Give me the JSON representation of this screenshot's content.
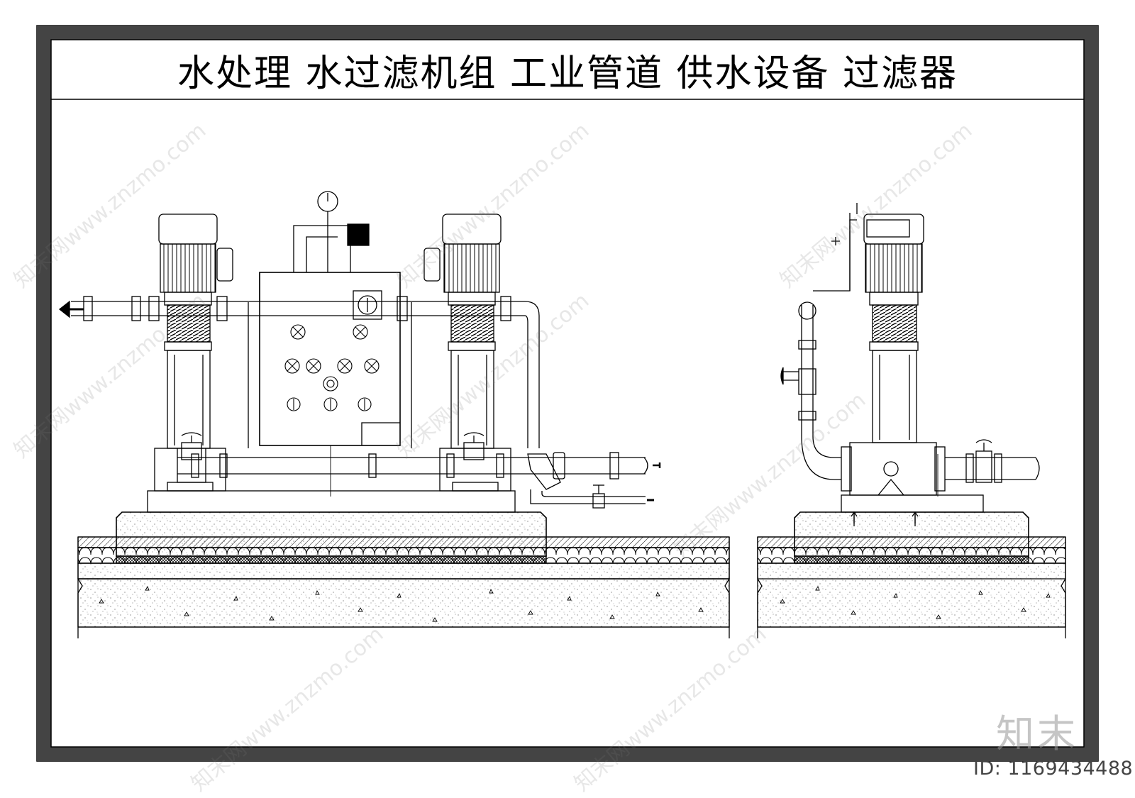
{
  "title": "水处理  水过滤机组  工业管道  供水设备  过滤器",
  "watermark": "知末网www.znzmo.com",
  "brand": "知末",
  "id_label": "ID: 1169434488"
}
